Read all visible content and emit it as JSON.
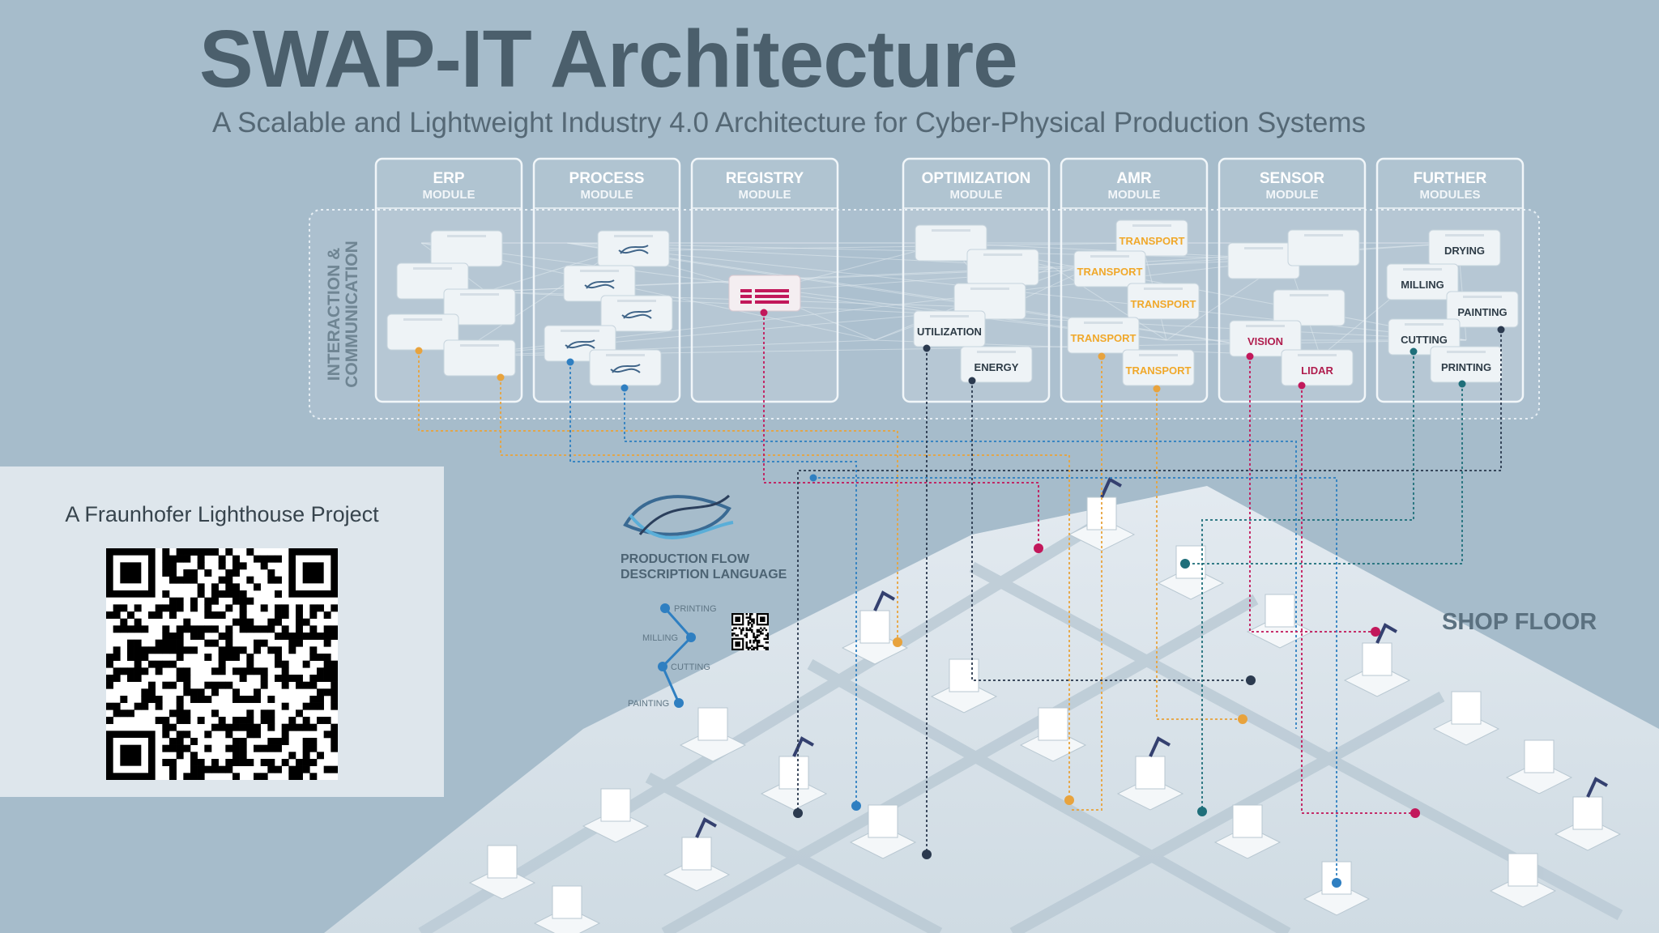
{
  "header": {
    "title": "SWAP-IT Architecture",
    "subtitle": "A Scalable and Lightweight Industry 4.0 Architecture for Cyber-Physical Production Systems"
  },
  "layer_label": {
    "line1": "INTERACTION &",
    "line2": "COMMUNICATION"
  },
  "modules": [
    {
      "name": "ERP",
      "sub": "MODULE",
      "assets": []
    },
    {
      "name": "PROCESS",
      "sub": "MODULE",
      "assets": []
    },
    {
      "name": "REGISTRY",
      "sub": "MODULE",
      "assets": []
    },
    {
      "name": "OPTIMIZATION",
      "sub": "MODULE",
      "assets": [
        "UTILIZATION",
        "ENERGY"
      ]
    },
    {
      "name": "AMR",
      "sub": "MODULE",
      "assets": [
        "TRANSPORT",
        "TRANSPORT",
        "TRANSPORT",
        "TRANSPORT",
        "TRANSPORT"
      ]
    },
    {
      "name": "SENSOR",
      "sub": "MODULE",
      "assets": [
        "VISION",
        "LIDAR"
      ]
    },
    {
      "name": "FURTHER",
      "sub": "MODULES",
      "assets": [
        "DRYING",
        "MILLING",
        "PAINTING",
        "CUTTING",
        "PRINTING"
      ]
    }
  ],
  "pfdl": {
    "line1": "PRODUCTION FLOW",
    "line2": "DESCRIPTION LANGUAGE",
    "steps": [
      "PRINTING",
      "MILLING",
      "CUTTING",
      "PAINTING"
    ]
  },
  "shop_floor_label": "SHOP FLOOR",
  "qr_panel": {
    "caption": "A Fraunhofer Lighthouse Project"
  },
  "colors": {
    "background": "#a6bccb",
    "title": "#4b5f6c",
    "orange": "#e8a33d",
    "blue": "#2f7fc1",
    "magenta": "#c2185b",
    "navy": "#2b3a4f",
    "teal": "#1f6f7a",
    "transport": "#f0a82a",
    "sensor_label": "#b01d4e",
    "floor": "#d9e3ea"
  }
}
